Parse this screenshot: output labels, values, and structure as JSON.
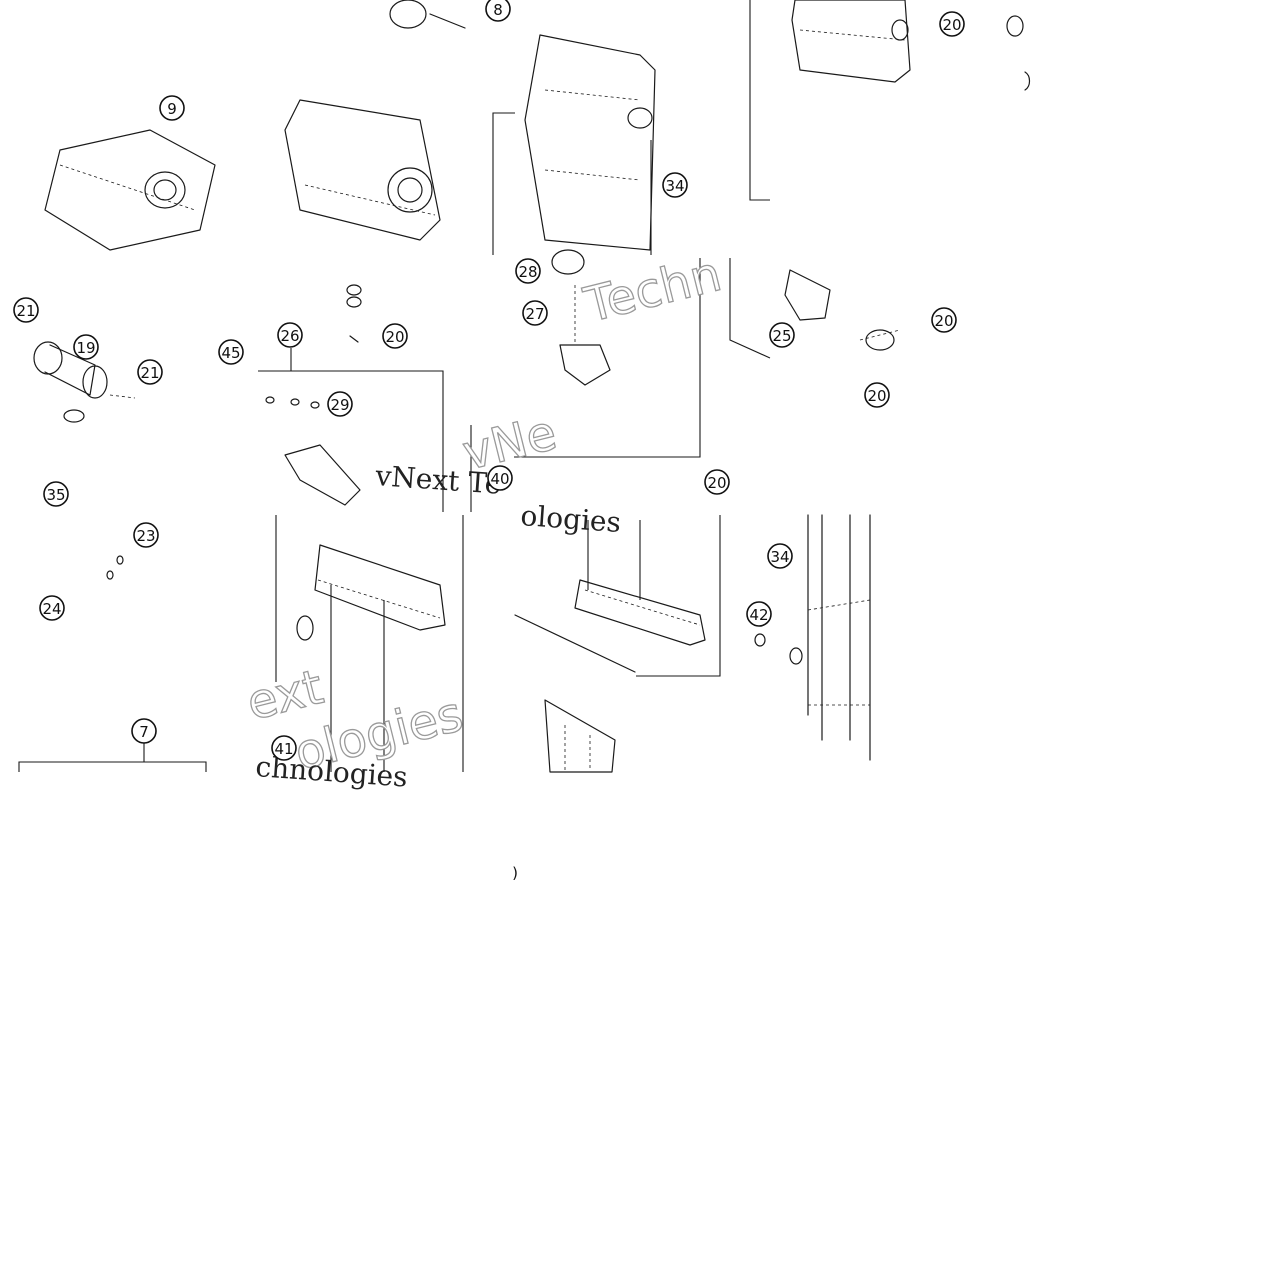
{
  "callouts": [
    "8",
    "9",
    "20",
    "34",
    "28",
    "27",
    "21",
    "19",
    "21",
    "45",
    "26",
    "20",
    "29",
    "25",
    "20",
    "20",
    "35",
    "23",
    "24",
    "40",
    "20",
    "34",
    "42",
    "7",
    "41"
  ],
  "watermarks": {
    "outline_a": "Techn",
    "outline_b": "vNe",
    "serif_a": "vNext Te",
    "serif_b": "ologies",
    "outline_c": "ext",
    "outline_d": "ologies",
    "serif_c": "chnologies"
  },
  "stray_mark": ")",
  "colors": {
    "ink": "#111111",
    "watermark_stroke": "#9a9a9a",
    "background": "#ffffff"
  }
}
